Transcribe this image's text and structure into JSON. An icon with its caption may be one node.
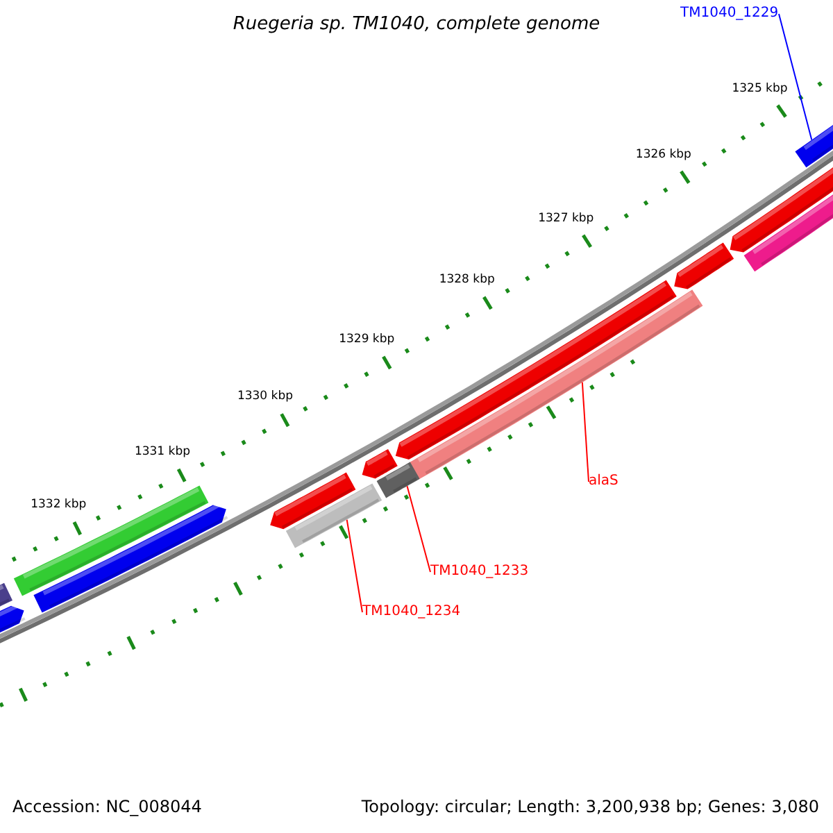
{
  "diagram": {
    "title": "Ruegeria sp. TM1040, complete genome",
    "nodes": [
      {
        "text": [
          "TM1040_1229"
        ]
      },
      {
        "text": [],
        "shape": "bar"
      },
      {
        "text": [
          "alaS"
        ]
      },
      {
        "text": [],
        "shape": "bar"
      },
      {
        "text": [
          "TM1040_1233"
        ]
      },
      {
        "text": [],
        "shape": "bar"
      },
      {
        "text": [
          "TM1040_1234"
        ]
      },
      {
        "text": [],
        "shape": "bar"
      }
    ],
    "edges": [
      {
        "from": 0,
        "to": 1,
        "arrow": "none",
        "color": "#0000ff"
      },
      {
        "from": 2,
        "to": 3,
        "arrow": "none"
      },
      {
        "from": 4,
        "to": 5,
        "arrow": "none"
      },
      {
        "from": 6,
        "to": 7,
        "arrow": "none"
      }
    ],
    "labels": [
      "1325 kbp",
      "1326 kbp",
      "1327 kbp",
      "1328 kbp",
      "1329 kbp",
      "1330 kbp",
      "1331 kbp",
      "1332 kbp",
      "Accession: NC_008044",
      "Topology: circular; Length: 3,200,938 bp; Genes: 3,080"
    ]
  }
}
